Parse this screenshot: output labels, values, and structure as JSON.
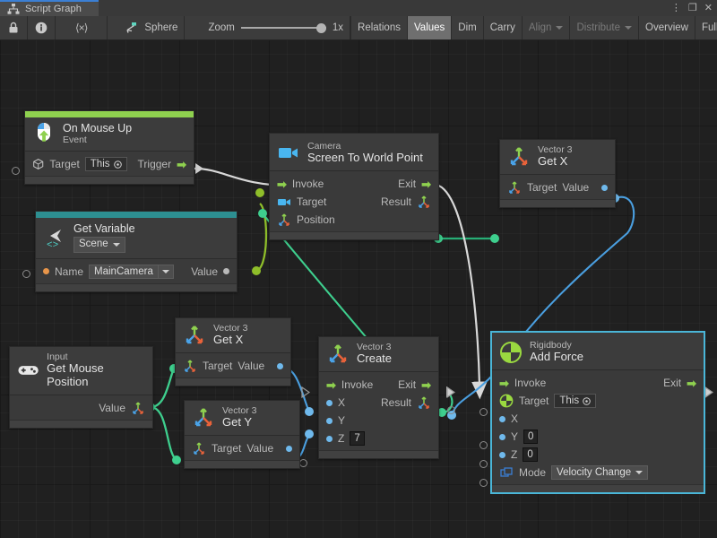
{
  "window": {
    "tab_title": "Script Graph",
    "icon": "graph-icon",
    "menu_icon": "kebab-menu-icon",
    "maximize_icon": "maximize-icon",
    "close_icon": "close-icon"
  },
  "toolbar": {
    "lock_icon": "lock-icon",
    "info_icon": "info-icon",
    "code_icon": "code-brackets-icon",
    "target_icon": "graph-target-icon",
    "target_label": "Sphere",
    "zoom_label": "Zoom",
    "zoom_value": "1x",
    "buttons": [
      {
        "label": "Relations",
        "state": "normal"
      },
      {
        "label": "Values",
        "state": "active"
      },
      {
        "label": "Dim",
        "state": "normal"
      },
      {
        "label": "Carry",
        "state": "normal"
      },
      {
        "label": "Align",
        "state": "dim",
        "dropdown": true
      },
      {
        "label": "Distribute",
        "state": "dim",
        "dropdown": true
      },
      {
        "label": "Overview",
        "state": "normal"
      },
      {
        "label": "Full Screen",
        "state": "normal"
      }
    ]
  },
  "colors": {
    "event_accent": "#8fd14f",
    "variable_accent": "#2d8f91",
    "selection": "#4ab6d8",
    "flow_wire": "#d8d8d8",
    "value_wire_blue": "#4a9fe0",
    "value_wire_green": "#3ecf8e",
    "value_wire_olive": "#8fbe2a",
    "canvas_bg": "#202020",
    "node_bg": "#3a3a3a"
  },
  "nodes": [
    {
      "id": "on-mouse-up",
      "title_sub": "On Mouse Up",
      "title_main": "Event",
      "icon": "mouse-up-icon",
      "accent": "#8fd14f",
      "ports": [
        {
          "label": "Target",
          "icon": "cube-icon",
          "value": "This",
          "value_icon": "target-picker-icon"
        },
        {
          "label": "Trigger",
          "icon": "flow-arrow-icon"
        }
      ]
    },
    {
      "id": "get-variable",
      "title_sub": "Get Variable",
      "title_main": "Scene",
      "icon": "unity-variable-icon",
      "accent": "#2d8f91",
      "ports": [
        {
          "label": "Name",
          "dot": "orange",
          "value": "MainCamera"
        },
        {
          "label": "Value",
          "dot": "grey"
        }
      ]
    },
    {
      "id": "camera-screen-to-world",
      "title_sub": "Camera",
      "title_main": "Screen To World Point",
      "icon": "camera-icon",
      "accent": null,
      "ports": [
        {
          "label": "Invoke"
        },
        {
          "label": "Exit"
        },
        {
          "label": "Target",
          "icon": "camera-icon"
        },
        {
          "label": "Result",
          "icon": "vector3-icon"
        },
        {
          "label": "Position",
          "icon": "vector3-icon"
        }
      ]
    },
    {
      "id": "vector3-get-x-top",
      "title_sub": "Vector 3",
      "title_main": "Get X",
      "icon": "vector3-icon",
      "accent": null,
      "ports": [
        {
          "label": "Target"
        },
        {
          "label": "Value"
        }
      ]
    },
    {
      "id": "input-get-mouse-position",
      "title_sub": "Input",
      "title_main": "Get Mouse Position",
      "icon": "gamepad-icon",
      "accent": null,
      "ports": [
        {
          "label": "Value",
          "icon": "vector3-icon"
        }
      ]
    },
    {
      "id": "vector3-get-x-mid",
      "title_sub": "Vector 3",
      "title_main": "Get X",
      "icon": "vector3-icon",
      "accent": null,
      "ports": [
        {
          "label": "Target"
        },
        {
          "label": "Value"
        }
      ]
    },
    {
      "id": "vector3-get-y",
      "title_sub": "Vector 3",
      "title_main": "Get Y",
      "icon": "vector3-icon",
      "accent": null,
      "ports": [
        {
          "label": "Target"
        },
        {
          "label": "Value"
        }
      ]
    },
    {
      "id": "vector3-create",
      "title_sub": "Vector 3",
      "title_main": "Create",
      "icon": "vector3-icon",
      "accent": null,
      "ports": [
        {
          "label": "Invoke"
        },
        {
          "label": "Exit"
        },
        {
          "label": "X"
        },
        {
          "label": "Result",
          "icon": "vector3-icon"
        },
        {
          "label": "Y"
        },
        {
          "label": "Z",
          "value": "7"
        }
      ]
    },
    {
      "id": "rigidbody-add-force",
      "title_sub": "Rigidbody",
      "title_main": "Add Force",
      "icon": "rigidbody-icon",
      "accent": null,
      "selected": true,
      "ports": [
        {
          "label": "Invoke"
        },
        {
          "label": "Exit"
        },
        {
          "label": "Target",
          "value": "This",
          "value_icon": "target-picker-icon"
        },
        {
          "label": "X"
        },
        {
          "label": "Y",
          "value": "0"
        },
        {
          "label": "Z",
          "value": "0"
        },
        {
          "label": "Mode",
          "icon": "enum-icon",
          "value": "Velocity Change"
        }
      ]
    }
  ],
  "labels": {
    "invoke": "Invoke",
    "exit": "Exit",
    "target": "Target",
    "result": "Result",
    "position": "Position",
    "trigger": "Trigger",
    "value": "Value",
    "name": "Name",
    "mode": "Mode",
    "x": "X",
    "y": "Y",
    "z": "Z",
    "this": "This",
    "scene": "Scene",
    "main_camera": "MainCamera",
    "velocity_change": "Velocity Change",
    "z_value": "7",
    "y_zero": "0",
    "z_zero": "0"
  }
}
